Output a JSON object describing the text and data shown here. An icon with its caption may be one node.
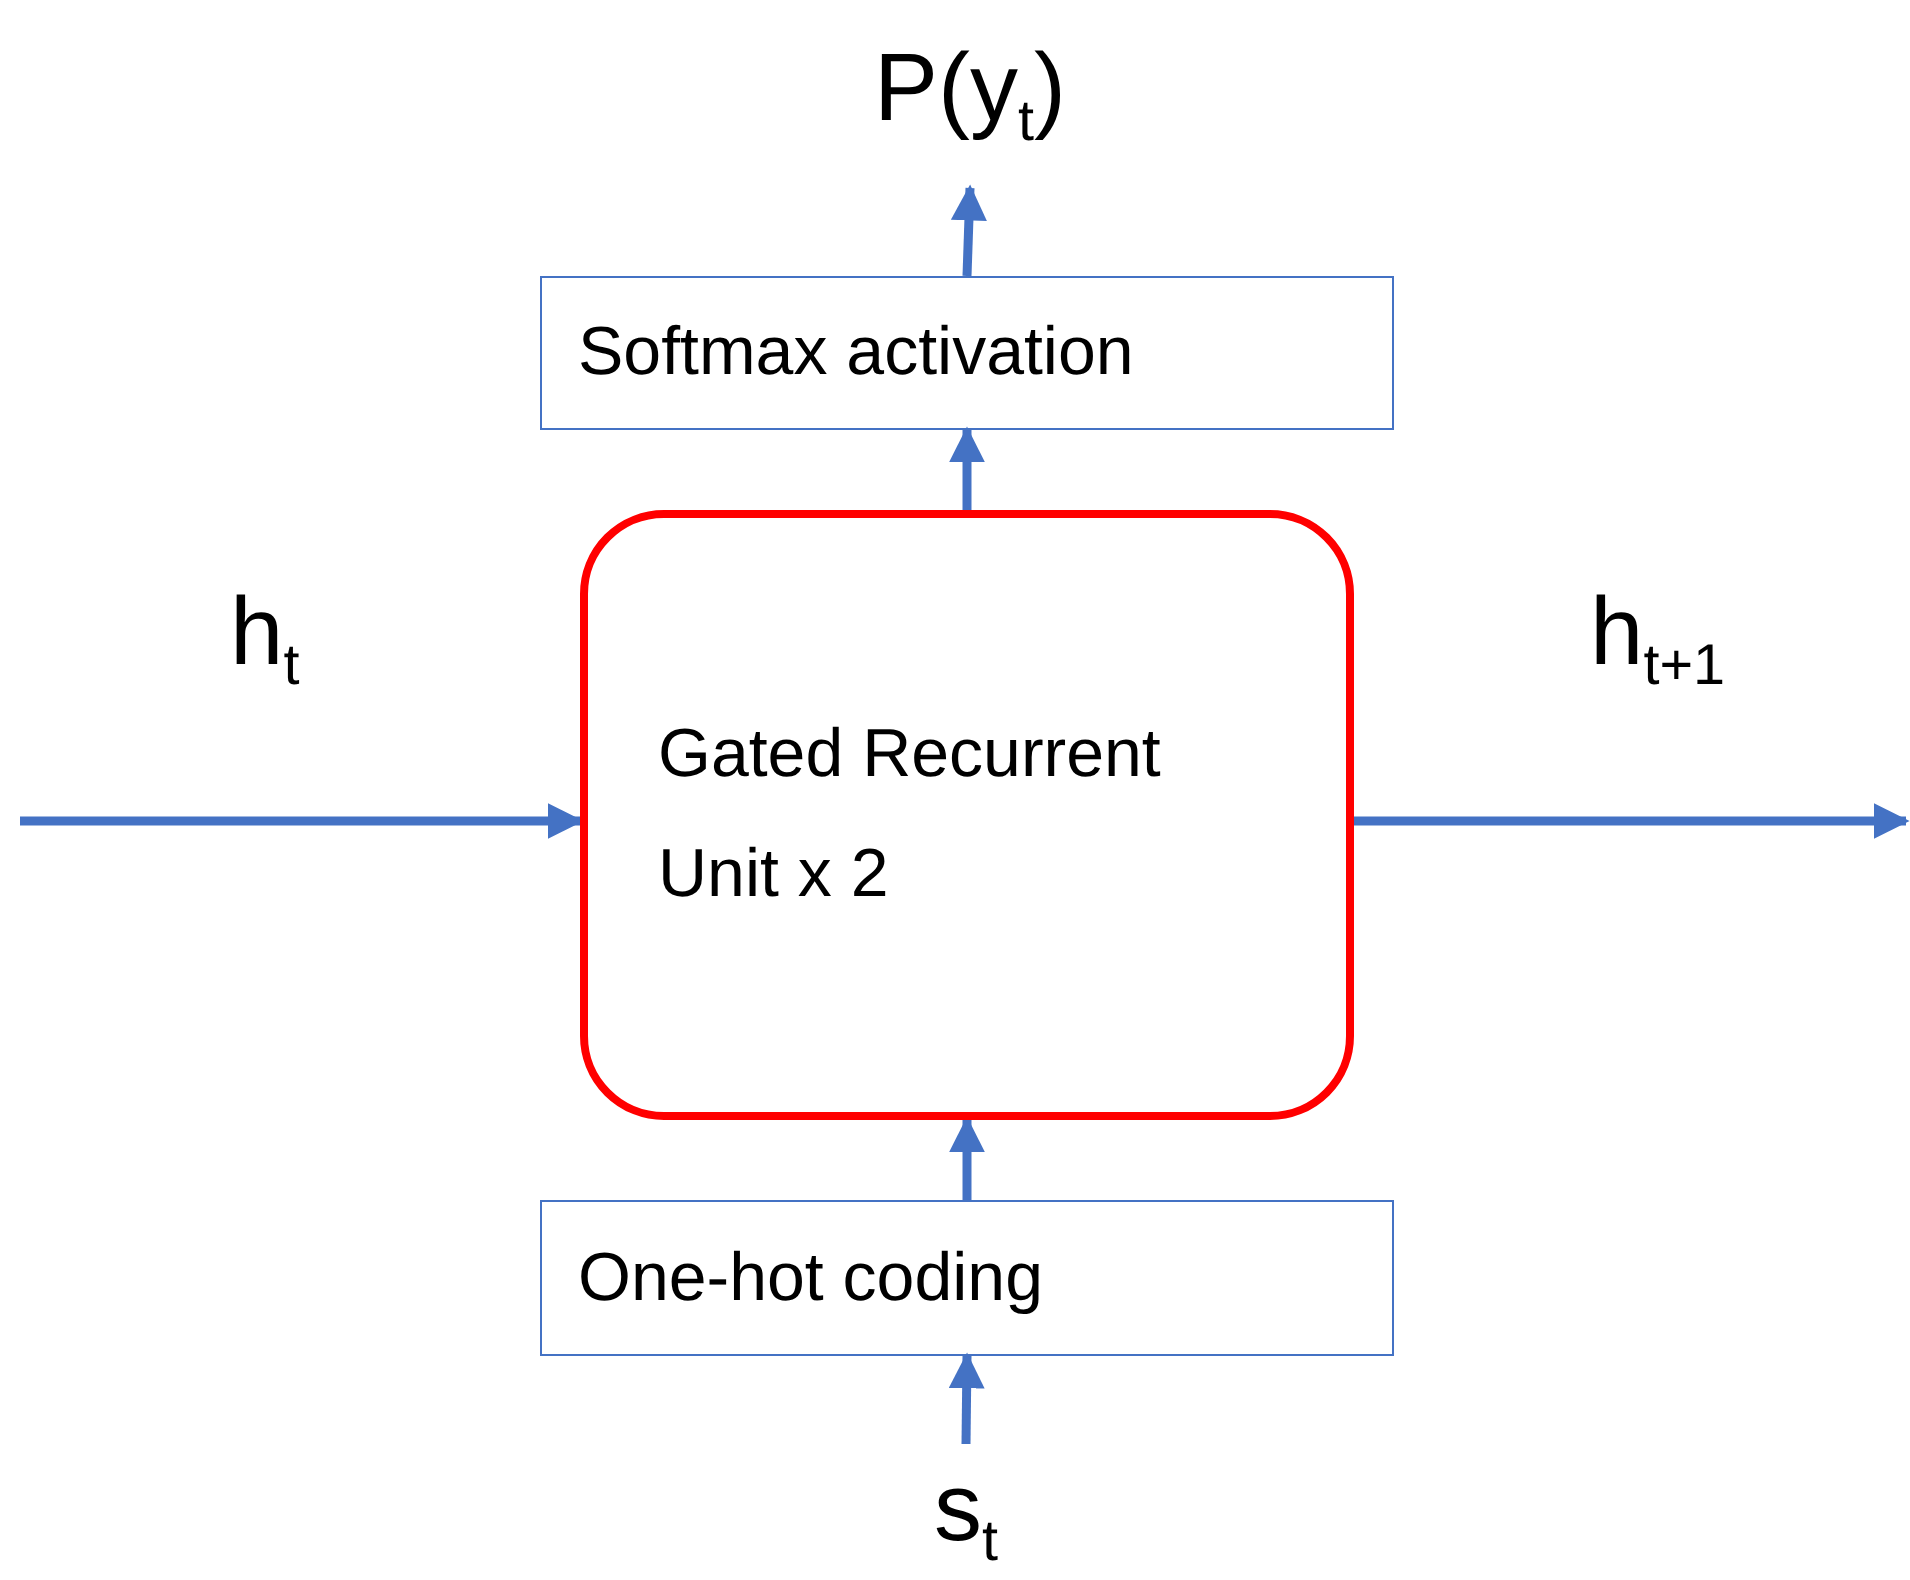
{
  "diagram": {
    "nodes": [
      {
        "text": [
          "P(y$_{t}$)"
        ]
      },
      {
        "text": [
          "Softmax activation"
        ]
      },
      {
        "text": [
          "Gated Recurrent Unit x 2"
        ]
      },
      {
        "text": [
          "One-hot coding"
        ]
      },
      {
        "text": [
          "s$_{t}$"
        ]
      }
    ],
    "edges": [
      {
        "from": 4,
        "to": 3,
        "arrow": "to"
      },
      {
        "from": 3,
        "to": 2,
        "arrow": "to"
      },
      {
        "from": 2,
        "to": 1,
        "arrow": "to"
      },
      {
        "from": 1,
        "to": 0,
        "arrow": "to"
      },
      {
        "from": null,
        "to": 2,
        "arrow": "to",
        "label": "h$_{t}$"
      },
      {
        "from": 2,
        "to": null,
        "arrow": "to",
        "label": "h$_{t+1}$"
      }
    ]
  }
}
